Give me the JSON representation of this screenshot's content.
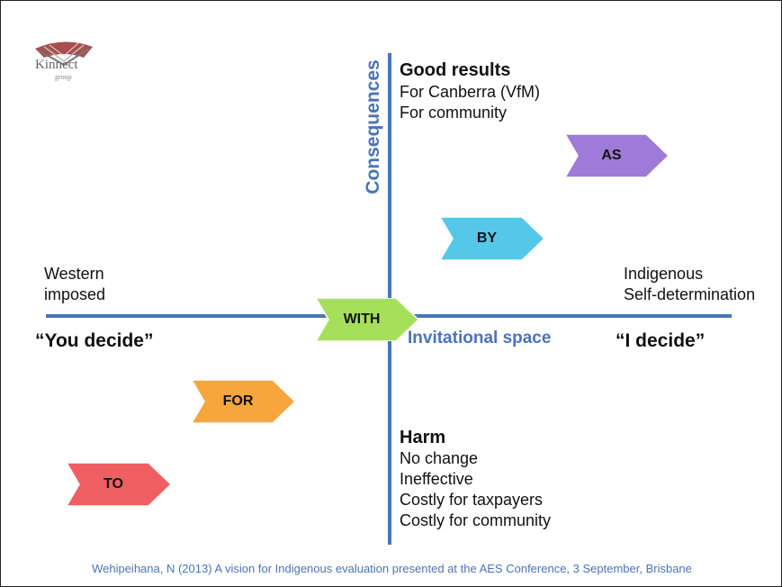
{
  "logo": {
    "name": "Kinnect",
    "sub": "group"
  },
  "axes": {
    "vertical_label": "Consequences",
    "horizontal_label": "Invitational space",
    "color": "#4a74b8"
  },
  "top_block": {
    "heading": "Good results",
    "lines": [
      "For Canberra (VfM)",
      "For community"
    ]
  },
  "bottom_block": {
    "heading": "Harm",
    "lines": [
      "No change",
      "Ineffective",
      "Costly for taxpayers",
      "Costly for community"
    ]
  },
  "left_block": {
    "lines": [
      "Western",
      "imposed"
    ],
    "quote": "“You decide”"
  },
  "right_block": {
    "lines": [
      "Indigenous",
      "Self-determination"
    ],
    "quote": "“I decide”"
  },
  "chevrons": [
    {
      "label": "AS",
      "color": "#a07ad8"
    },
    {
      "label": "BY",
      "color": "#55c8ea"
    },
    {
      "label": "WITH",
      "color": "#a6e05a"
    },
    {
      "label": "FOR",
      "color": "#f6a63c"
    },
    {
      "label": "TO",
      "color": "#ef5f62"
    }
  ],
  "citation": "Wehipeihana, N (2013) A vision for Indigenous evaluation presented at the AES Conference, 3 September, Brisbane"
}
